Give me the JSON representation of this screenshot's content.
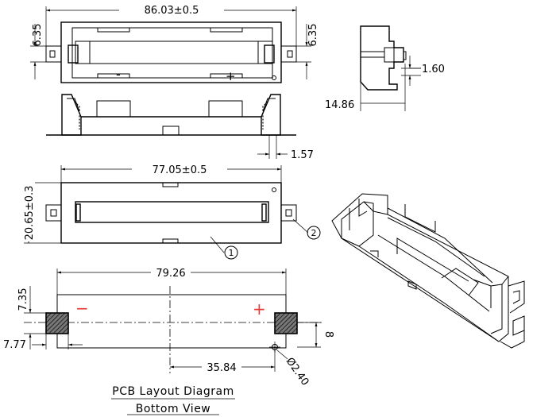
{
  "dimensions": {
    "top_length": "86.03±0.5",
    "top_left_height": "6.35",
    "top_right_height": "6.35",
    "side_terminal_offset": "1.60",
    "side_height": "14.86",
    "pin_thickness": "1.57",
    "body_length": "77.05±0.5",
    "body_width": "20.65±0.3",
    "pcb_pitch": "79.26",
    "pad_height": "7.35",
    "pad_width": "7.77",
    "pad_spacing": "8",
    "hole_offset": "35.84",
    "hole_diameter": "Ø2.40"
  },
  "balloons": {
    "one": "1",
    "two": "2"
  },
  "polarity": {
    "negative": "−",
    "positive": "+"
  },
  "captions": {
    "title": "PCB Layout Diagram",
    "subtitle": "Bottom View"
  },
  "colors": {
    "polarity": "#e53935",
    "line": "#000000"
  }
}
